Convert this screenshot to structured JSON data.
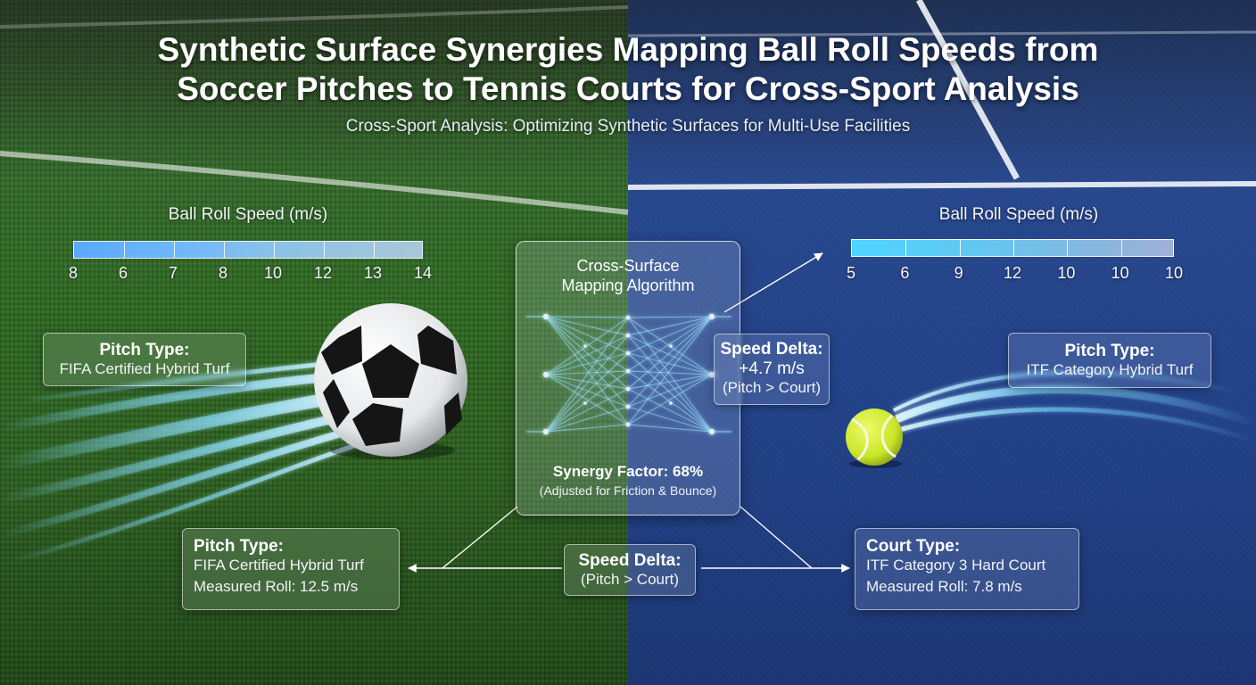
{
  "title": {
    "line1": "Synthetic Surface Synergies Mapping Ball Roll Speeds from",
    "line2": "Soccer Pitches to Tennis Courts for Cross-Sport Analysis"
  },
  "subtitle": "Cross-Sport Analysis: Optimizing Synthetic Surfaces for Multi-Use Facilities",
  "left_scale": {
    "label": "Ball Roll Speed (m/s)",
    "ticks": [
      "8",
      "6",
      "7",
      "8",
      "10",
      "12",
      "13",
      "14"
    ]
  },
  "right_scale": {
    "label": "Ball Roll Speed (m/s)",
    "ticks": [
      "5",
      "6",
      "9",
      "12",
      "10",
      "10",
      "10"
    ]
  },
  "left_pitch_card": {
    "heading": "Pitch Type:",
    "text": "FIFA Certified Hybrid Turf"
  },
  "right_pitch_card": {
    "heading": "Pitch Type:",
    "text": "ITF Category Hybrid Turf"
  },
  "algorithm": {
    "title_line1": "Cross-Surface",
    "title_line2": "Mapping Algorithm",
    "synergy": "Synergy Factor: 68%",
    "synergy_note": "(Adjusted for Friction & Bounce)"
  },
  "speed_delta_card": {
    "heading": "Speed Delta:",
    "value": "+4.7 m/s",
    "note": "(Pitch > Court)"
  },
  "speed_delta_bottom": {
    "heading": "Speed Delta:",
    "note": "(Pitch > Court)"
  },
  "pitch_measure_card": {
    "heading": "Pitch Type:",
    "type": "FIFA Certified Hybrid Turf",
    "measure": "Measured Roll: 12.5 m/s"
  },
  "court_measure_card": {
    "heading": "Court Type:",
    "type": "ITF Category 3 Hard Court",
    "measure": "Measured Roll: 7.8 m/s"
  },
  "colors": {
    "turf_green": "#2f6a22",
    "court_blue": "#22428a",
    "network_glow": "#7fd8ff",
    "tennis_ball": "#c9e62a"
  }
}
